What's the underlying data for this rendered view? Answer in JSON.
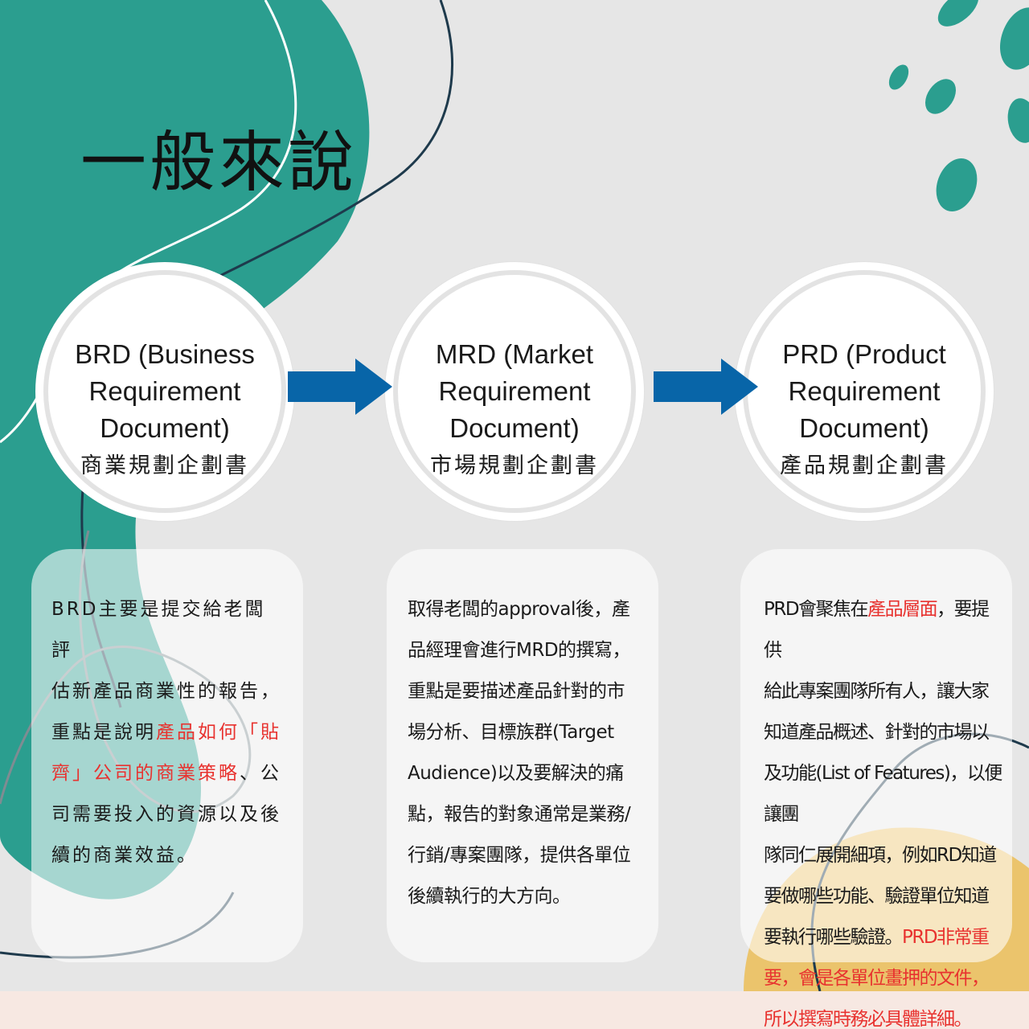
{
  "title": "一般來說",
  "colors": {
    "teal": "#2b9e8f",
    "dark_navy": "#1e3a4c",
    "arrow_blue": "#0865a8",
    "yellow": "#ebc46c",
    "highlight_red": "#e8322f",
    "background": "#e6e6e6"
  },
  "steps": [
    {
      "name_lines": [
        "BRD (Business",
        "Requirement",
        "Document)"
      ],
      "chinese": "商業規劃企劃書",
      "desc": {
        "lines": [
          [
            {
              "t": "BRD主要是提交給老闆評"
            }
          ],
          [
            {
              "t": "估新產品商業性的報告，"
            }
          ],
          [
            {
              "t": "重點是說明"
            },
            {
              "t": "產品如何「貼",
              "hl": true
            }
          ],
          [
            {
              "t": "齊」公司的商業策略",
              "hl": true
            },
            {
              "t": "、公"
            }
          ],
          [
            {
              "t": "司需要投入的資源以及後"
            }
          ],
          [
            {
              "t": "續的商業效益。"
            }
          ]
        ]
      }
    },
    {
      "name_lines": [
        "MRD (Market",
        "Requirement",
        "Document)"
      ],
      "chinese": "市場規劃企劃書",
      "desc": {
        "lines": [
          [
            {
              "t": "取得老闆的approval後，產"
            }
          ],
          [
            {
              "t": "品經理會進行MRD的撰寫，"
            }
          ],
          [
            {
              "t": "重點是要描述產品針對的市"
            }
          ],
          [
            {
              "t": "場分析、目標族群(Target"
            }
          ],
          [
            {
              "t": "Audience)以及要解決的痛"
            }
          ],
          [
            {
              "t": "點，報告的對象通常是業務/"
            }
          ],
          [
            {
              "t": "行銷/專案團隊，提供各單位"
            }
          ],
          [
            {
              "t": "後續執行的大方向。"
            }
          ]
        ]
      }
    },
    {
      "name_lines": [
        "PRD (Product",
        "Requirement",
        "Document)"
      ],
      "chinese": "產品規劃企劃書",
      "desc": {
        "lines": [
          [
            {
              "t": "PRD會聚焦在"
            },
            {
              "t": "產品層面",
              "hl": true
            },
            {
              "t": "，要提供"
            }
          ],
          [
            {
              "t": "給此專案團隊所有人，讓大家"
            }
          ],
          [
            {
              "t": "知道產品概述、針對的市場以"
            }
          ],
          [
            {
              "t": "及功能(List of Features)，以便讓團"
            }
          ],
          [
            {
              "t": "隊同仁展開細項，例如RD知道"
            }
          ],
          [
            {
              "t": "要做哪些功能、驗證單位知道"
            }
          ],
          [
            {
              "t": "要執行哪些驗證。"
            },
            {
              "t": "PRD非常重",
              "hl": true
            }
          ],
          [
            {
              "t": "要，會是各單位畫押的文件，",
              "hl": true
            }
          ],
          [
            {
              "t": "所以撰寫時務必具體詳細。",
              "hl": true
            }
          ]
        ]
      }
    }
  ]
}
